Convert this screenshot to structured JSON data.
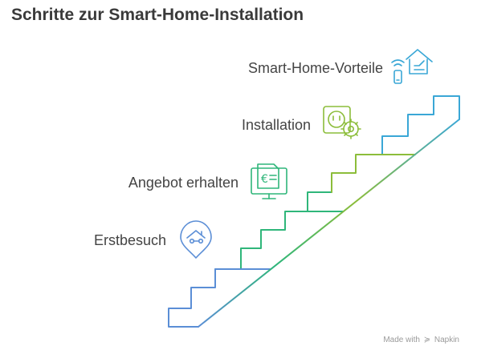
{
  "title": "Schritte zur Smart-Home-Installation",
  "steps": [
    {
      "label": "Erstbesuch",
      "icon": "house-wrench-pin-icon",
      "color": "#5b8ed6"
    },
    {
      "label": "Angebot erhalten",
      "icon": "invoice-screen-icon",
      "color": "#2fb67a"
    },
    {
      "label": "Installation",
      "icon": "socket-gear-icon",
      "color": "#8cbd3a"
    },
    {
      "label": "Smart-Home-Vorteile",
      "icon": "smart-home-phone-icon",
      "color": "#3aa7d6"
    }
  ],
  "footer": {
    "made_with": "Made with",
    "brand": "Napkin",
    "brand_icon": "napkin-logo-icon"
  }
}
